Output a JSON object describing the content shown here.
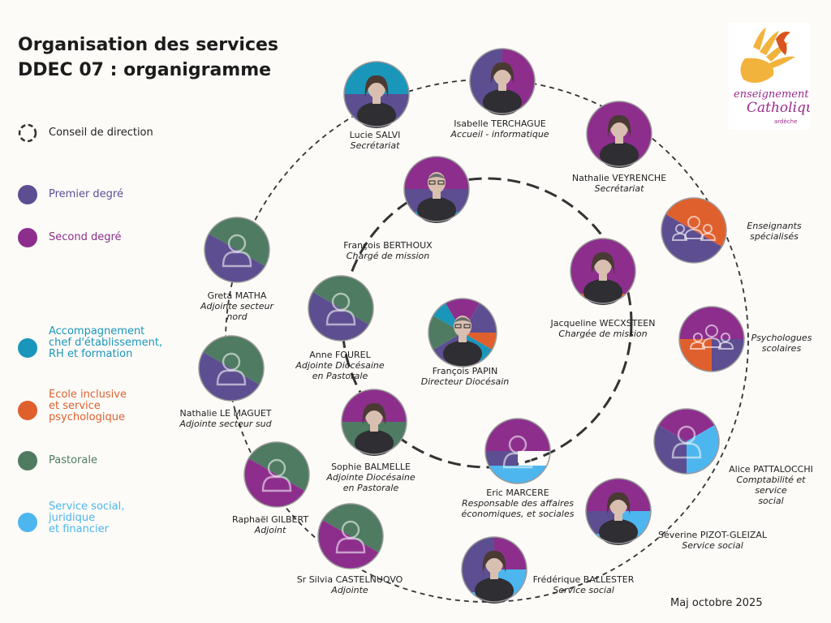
{
  "title": {
    "line1": "Organisation des services",
    "line2": "DDEC 07 : organigramme"
  },
  "legend": {
    "conseil": "Conseil de direction",
    "items": [
      {
        "label": "Premier degré",
        "color": "#5d4e91"
      },
      {
        "label": "Second degré",
        "color": "#8d2e8d"
      },
      {
        "label": "Accompagnement\nchef d'établissement,\nRH et formation",
        "color": "#1a96ba"
      },
      {
        "label": "Ecole inclusive\net service\npsychologique",
        "color": "#e0602d"
      },
      {
        "label": "Pastorale",
        "color": "#4e7b61"
      },
      {
        "label": "Service social,\njuridique\net financier",
        "color": "#4db6ef"
      }
    ]
  },
  "people": [
    {
      "name": "Lucie SALVI",
      "role": "Secrétariat",
      "icon": "photo-woman"
    },
    {
      "name": "Isabelle TERCHAGUE",
      "role": "Accueil - informatique",
      "icon": "photo-woman"
    },
    {
      "name": "Nathalie VEYRENCHE",
      "role": "Secrétariat",
      "icon": "photo-woman"
    },
    {
      "name": "",
      "role": "Enseignants\nspécialisés",
      "icon": "group-icon"
    },
    {
      "name": "",
      "role": "Psychologues\nscolaires",
      "icon": "group-icon"
    },
    {
      "name": "Alice PATTALOCCHI",
      "role": "Comptabilité et service\nsocial",
      "icon": "person-icon"
    },
    {
      "name": "Séverine PIZOT-GLEIZAL",
      "role": "Service social",
      "icon": "photo-woman"
    },
    {
      "name": "Frédérique BALLESTER",
      "role": "Service social",
      "icon": "photo-woman"
    },
    {
      "name": "Sr Silvia CASTELNUOVO",
      "role": "Adjointe",
      "icon": "person-icon"
    },
    {
      "name": "Raphaël GILBERT",
      "role": "Adjoint",
      "icon": "person-icon"
    },
    {
      "name": "Nathalie LE MAGUET",
      "role": "Adjointe secteur sud",
      "icon": "person-icon"
    },
    {
      "name": "Greta MATHA",
      "role": "Adjointe secteur\nnord",
      "icon": "person-icon"
    },
    {
      "name": "François BERTHOUX",
      "role": "Chargé de mission",
      "icon": "photo-man"
    },
    {
      "name": "Jacqueline WECXSTEEN",
      "role": "Chargée de mission",
      "icon": "photo-woman"
    },
    {
      "name": "Eric MARCERE",
      "role": "Responsable des affaires\néconomiques, et sociales",
      "icon": "person-icon"
    },
    {
      "name": "Sophie BALMELLE",
      "role": "Adjointe Diocésaine\nen Pastorale",
      "icon": "photo-woman"
    },
    {
      "name": "Anne FOUREL",
      "role": "Adjointe Diocésaine\nen Pastorale",
      "icon": "person-icon"
    },
    {
      "name": "François PAPIN",
      "role": "Directeur Diocésain",
      "icon": "photo-man"
    }
  ],
  "footer": {
    "update": "Maj octobre 2025"
  },
  "logo": {
    "line1": "enseignement",
    "line2": "Catholique",
    "line3": "ardèche"
  }
}
